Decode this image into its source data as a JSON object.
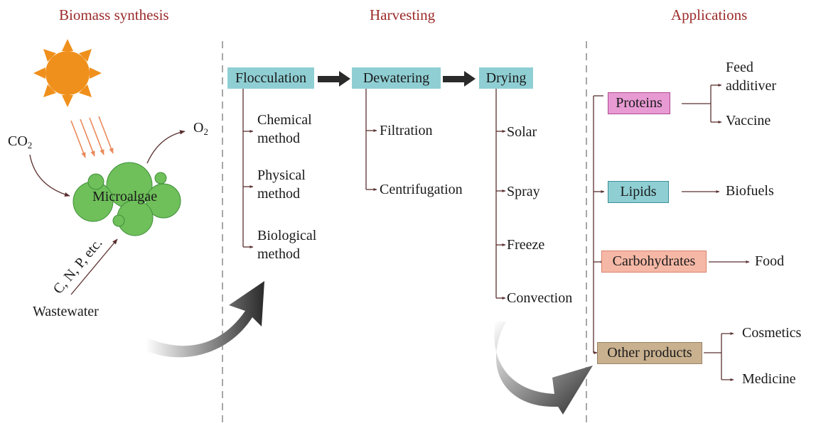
{
  "headers": {
    "biomass": "Biomass synthesis",
    "harvesting": "Harvesting",
    "applications": "Applications"
  },
  "inputs": {
    "co2_base": "CO",
    "co2_sub": "2",
    "o2_base": "O",
    "o2_sub": "2",
    "microalgae": "Microalgae",
    "nutrients": "C, N, P, etc.",
    "wastewater": "Wastewater"
  },
  "steps": {
    "flocculation": "Flocculation",
    "dewatering": "Dewatering",
    "drying": "Drying"
  },
  "flocculation_methods": [
    {
      "line1": "Chemical",
      "line2": "method"
    },
    {
      "line1": "Physical",
      "line2": "method"
    },
    {
      "line1": "Biological",
      "line2": "method"
    }
  ],
  "dewatering_methods": [
    "Filtration",
    "Centrifugation"
  ],
  "drying_methods": [
    "Solar",
    "Spray",
    "Freeze",
    "Convection"
  ],
  "products": {
    "proteins": "Proteins",
    "lipids": "Lipids",
    "carbohydrates": "Carbohydrates",
    "other": "Other products"
  },
  "outputs": {
    "feed_line1": "Feed",
    "feed_line2": "additiver",
    "vaccine": "Vaccine",
    "biofuels": "Biofuels",
    "food": "Food",
    "cosmetics": "Cosmetics",
    "medicine": "Medicine"
  },
  "colors": {
    "header": "#9b2a2a",
    "step_box": "#8fcfd4",
    "proteins_fill": "#e89ad3",
    "proteins_border": "#b04a93",
    "lipids_fill": "#8fcfd4",
    "lipids_border": "#3b8e96",
    "carbohydrates_fill": "#f6b8a6",
    "carbohydrates_border": "#d8806a",
    "other_fill": "#c9b18f",
    "other_border": "#9a8264",
    "sun": "#f0901c",
    "sun_rays": "#f0901c",
    "light_rays": "#e9895a",
    "algae": "#6fbf5a",
    "algae_border": "#3f8f3a",
    "lines": "#5a3030",
    "divider": "#8a8a8a",
    "big_arrow": "#2a2a2a"
  }
}
